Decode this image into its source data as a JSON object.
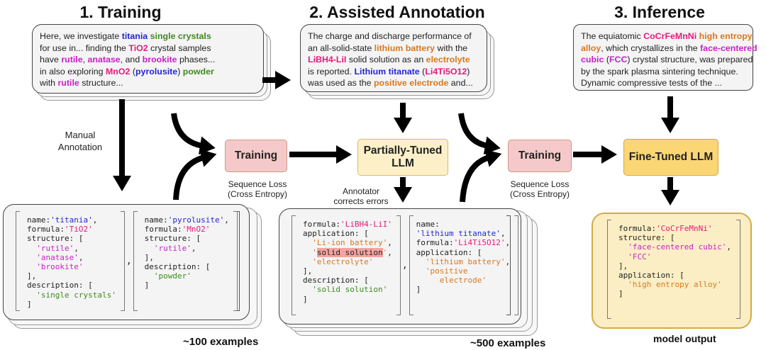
{
  "colors": {
    "n": "#222222",
    "b": "#2424d8",
    "f": "#e8197c",
    "s": "#c822c8",
    "a": "#d9781e",
    "d": "#3e8a20",
    "highlight": "#f4a3a0",
    "training_node": "#f5c9c9",
    "partial_node": "#fdf0c8",
    "finetuned_node": "#fbd675",
    "output_box": "#fbeec4",
    "output_border": "#d4aa48"
  },
  "titles": {
    "training": "1. Training",
    "annotation": "2. Assisted Annotation",
    "inference": "3. Inference"
  },
  "passages": {
    "training": [
      [
        [
          "Here, we investigate ",
          "n"
        ],
        [
          "titania",
          "b"
        ],
        [
          " ",
          "n"
        ],
        [
          "single crystals",
          "d"
        ]
      ],
      [
        [
          "for use in... finding the ",
          "n"
        ],
        [
          "TiO2",
          "f"
        ],
        [
          " crystal samples",
          "n"
        ]
      ],
      [
        [
          "have ",
          "n"
        ],
        [
          "rutile",
          "s"
        ],
        [
          ", ",
          "n"
        ],
        [
          "anatase",
          "s"
        ],
        [
          ", and ",
          "n"
        ],
        [
          "brookite",
          "s"
        ],
        [
          " phases...",
          "n"
        ]
      ],
      [
        [
          "in also exploring ",
          "n"
        ],
        [
          "MnO2",
          "f"
        ],
        [
          " (",
          "n"
        ],
        [
          "pyrolusite",
          "b"
        ],
        [
          ") ",
          "n"
        ],
        [
          "powder",
          "d"
        ]
      ],
      [
        [
          "with ",
          "n"
        ],
        [
          "rutile",
          "s"
        ],
        [
          " structure...",
          "n"
        ]
      ]
    ],
    "annotation": [
      [
        [
          "The charge and discharge performance of",
          "n"
        ]
      ],
      [
        [
          "an all-solid-state ",
          "n"
        ],
        [
          "lithium battery",
          "a"
        ],
        [
          " with the",
          "n"
        ]
      ],
      [
        [
          "LiBH4-LiI",
          "f"
        ],
        [
          " solid solution as an ",
          "n"
        ],
        [
          "electrolyte",
          "a"
        ]
      ],
      [
        [
          "is reported. ",
          "n"
        ],
        [
          "Lithium titanate",
          "b"
        ],
        [
          " (",
          "n"
        ],
        [
          "Li4Ti5O12",
          "f"
        ],
        [
          ")",
          "n"
        ]
      ],
      [
        [
          "was used as the ",
          "n"
        ],
        [
          "positive electrode",
          "a"
        ],
        [
          " and...",
          "n"
        ]
      ]
    ],
    "inference": [
      [
        [
          "The equiatomic ",
          "n"
        ],
        [
          "CoCrFeMnNi",
          "f"
        ],
        [
          " ",
          "n"
        ],
        [
          "high entropy",
          "a"
        ]
      ],
      [
        [
          "alloy",
          "a"
        ],
        [
          ", which crystallizes in the ",
          "n"
        ],
        [
          "face-centered",
          "s"
        ]
      ],
      [
        [
          "cubic",
          "s"
        ],
        [
          " (",
          "n"
        ],
        [
          "FCC",
          "s"
        ],
        [
          ") crystal structure, was prepared",
          "n"
        ]
      ],
      [
        [
          "by the spark plasma sintering technique.",
          "n"
        ]
      ],
      [
        [
          "Dynamic compressive tests of the ...",
          "n"
        ]
      ]
    ]
  },
  "nodes": {
    "training1": "Training",
    "partial": "Partially-Tuned LLM",
    "training2": "Training",
    "finetuned": "Fine-Tuned LLM"
  },
  "labels": {
    "manual": "Manual Annotation",
    "loss1": "Sequence Loss (Cross Entropy)",
    "annotator": "Annotator corrects errors",
    "loss2": "Sequence Loss (Cross Entropy)"
  },
  "counts": {
    "c100": "~100 examples",
    "c500": "~500 examples",
    "output": "model output"
  },
  "code": {
    "training_1": [
      [
        [
          "name:",
          "n"
        ],
        [
          "'titania'",
          "b"
        ],
        [
          ",",
          "n"
        ]
      ],
      [
        [
          "formula:",
          "n"
        ],
        [
          "'TiO2'",
          "f"
        ]
      ],
      [
        [
          "structure: [",
          "n"
        ]
      ],
      [
        [
          "  'rutile'",
          "s"
        ],
        [
          ",",
          "n"
        ]
      ],
      [
        [
          "  'anatase'",
          "s"
        ],
        [
          ",",
          "n"
        ]
      ],
      [
        [
          "  'brookite'",
          "s"
        ]
      ],
      [
        [
          "],",
          "n"
        ]
      ],
      [
        [
          "description: [",
          "n"
        ]
      ],
      [
        [
          "  'single crystals'",
          "d"
        ]
      ],
      [
        [
          "]",
          "n"
        ]
      ]
    ],
    "training_2": [
      [
        [
          "name:",
          "n"
        ],
        [
          "'pyrolusite'",
          "b"
        ],
        [
          ",",
          "n"
        ]
      ],
      [
        [
          "formula:",
          "n"
        ],
        [
          "'MnO2'",
          "f"
        ]
      ],
      [
        [
          "structure: [",
          "n"
        ]
      ],
      [
        [
          "  'rutile'",
          "s"
        ],
        [
          ",",
          "n"
        ]
      ],
      [
        [
          "],",
          "n"
        ]
      ],
      [
        [
          "description: [",
          "n"
        ]
      ],
      [
        [
          "  'powder'",
          "d"
        ]
      ],
      [
        [
          "]",
          "n"
        ]
      ],
      [
        [
          " ",
          "n"
        ]
      ],
      [
        [
          " ",
          "n"
        ]
      ]
    ],
    "annotation_1": [
      [
        [
          "formula:",
          "n"
        ],
        [
          "'LiBH4-LiI'",
          "f"
        ]
      ],
      [
        [
          "application: [",
          "n"
        ]
      ],
      [
        [
          "  'Li-ion battery'",
          "a"
        ],
        [
          ",",
          "n"
        ]
      ],
      [
        [
          "  '",
          "a"
        ],
        [
          "solid solution",
          "h"
        ],
        [
          "'",
          "a"
        ],
        [
          ",",
          "n"
        ]
      ],
      [
        [
          "  'electrolyte'",
          "a"
        ]
      ],
      [
        [
          "],",
          "n"
        ]
      ],
      [
        [
          "description: [",
          "n"
        ]
      ],
      [
        [
          "  'solid solution'",
          "d"
        ]
      ],
      [
        [
          "]",
          "n"
        ]
      ],
      [
        [
          " ",
          "n"
        ]
      ]
    ],
    "annotation_2": [
      [
        [
          "name:",
          "n"
        ]
      ],
      [
        [
          "'lithium titanate'",
          "b"
        ],
        [
          ",",
          "n"
        ]
      ],
      [
        [
          "formula:",
          "n"
        ],
        [
          "'Li4Ti5O12'",
          "f"
        ],
        [
          ",",
          "n"
        ]
      ],
      [
        [
          "application: [",
          "n"
        ]
      ],
      [
        [
          "  'lithium battery'",
          "a"
        ],
        [
          ",",
          "n"
        ]
      ],
      [
        [
          "  'positive",
          "a"
        ]
      ],
      [
        [
          "     electrode'",
          "a"
        ]
      ],
      [
        [
          "]",
          "n"
        ]
      ],
      [
        [
          " ",
          "n"
        ]
      ],
      [
        [
          " ",
          "n"
        ]
      ]
    ],
    "inference_1": [
      [
        [
          "formula:",
          "n"
        ],
        [
          "'CoCrFeMnNi'",
          "f"
        ]
      ],
      [
        [
          "structure: [",
          "n"
        ]
      ],
      [
        [
          "  'face-centered cubic'",
          "s"
        ],
        [
          ",",
          "n"
        ]
      ],
      [
        [
          "  'FCC'",
          "s"
        ]
      ],
      [
        [
          "],",
          "n"
        ]
      ],
      [
        [
          "application: [",
          "n"
        ]
      ],
      [
        [
          "  'high entropy alloy'",
          "a"
        ]
      ],
      [
        [
          "]",
          "n"
        ]
      ],
      [
        [
          " ",
          "n"
        ]
      ],
      [
        [
          " ",
          "n"
        ]
      ]
    ]
  }
}
